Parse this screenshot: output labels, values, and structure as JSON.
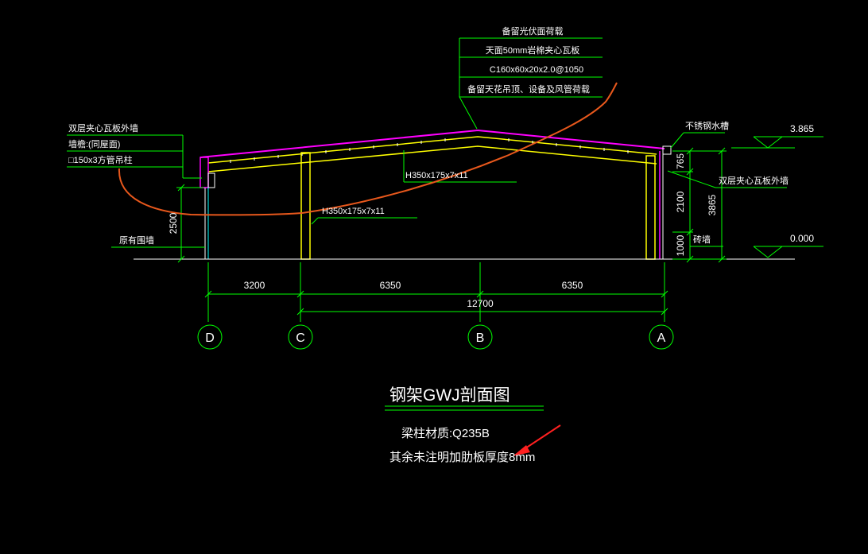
{
  "annotations_top": [
    "备留光伏面荷载",
    "天面50mm岩棉夹心瓦板",
    "C160x60x20x2.0@1050",
    "备留天花吊顶、设备及风管荷载"
  ],
  "annotations_left": [
    "双层夹心瓦板外墙",
    "墙檐:(同屋面)",
    "□150x3方管吊柱"
  ],
  "annotation_gutter": "不锈钢水槽",
  "annotation_right_wall": "双层夹心瓦板外墙",
  "annotation_brick_right": "砖墙",
  "annotation_enclosure_left": "原有围墙",
  "beam_labels": [
    "H350x175x7x11",
    "H350x175x7x11"
  ],
  "elevations": [
    "3.865",
    "0.000"
  ],
  "dims_vertical_right": [
    "765",
    "2100",
    "1000",
    "3865"
  ],
  "dim_vertical_left": "2500",
  "dims_spans": [
    "3200",
    "6350",
    "6350"
  ],
  "dim_total": "12700",
  "axes": [
    "D",
    "C",
    "B",
    "A"
  ],
  "title": "钢架GWJ剖面图",
  "notes": [
    "梁柱材质:Q235B",
    "其余未注明加肋板厚度8mm"
  ],
  "colors": {
    "green": "#00ff00",
    "yellow": "#ffff00",
    "magenta": "#ff00ff",
    "cyan": "#00ffff",
    "white": "#ffffff",
    "orange": "#e8581c",
    "red": "#ff2020"
  }
}
